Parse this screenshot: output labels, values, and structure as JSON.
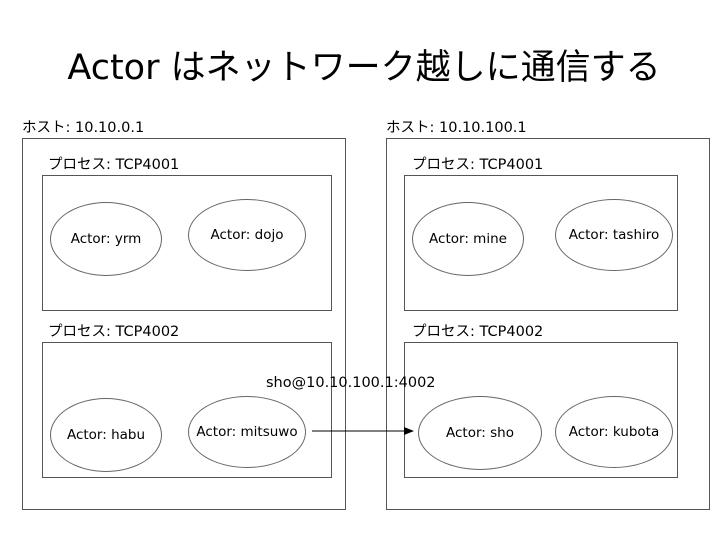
{
  "title": "Actor はネットワーク越しに通信する",
  "hosts": [
    {
      "label": "ホスト: 10.10.0.1",
      "processes": [
        {
          "label": "プロセス: TCP4001",
          "actors": [
            "Actor: yrm",
            "Actor: dojo"
          ]
        },
        {
          "label": "プロセス: TCP4002",
          "actors": [
            "Actor: habu",
            "Actor: mitsuwo"
          ]
        }
      ]
    },
    {
      "label": "ホスト: 10.10.100.1",
      "processes": [
        {
          "label": "プロセス: TCP4001",
          "actors": [
            "Actor: mine",
            "Actor: tashiro"
          ]
        },
        {
          "label": "プロセス: TCP4002",
          "actors": [
            "Actor: sho",
            "Actor: kubota"
          ]
        }
      ]
    }
  ],
  "message": "sho@10.10.100.1:4002"
}
